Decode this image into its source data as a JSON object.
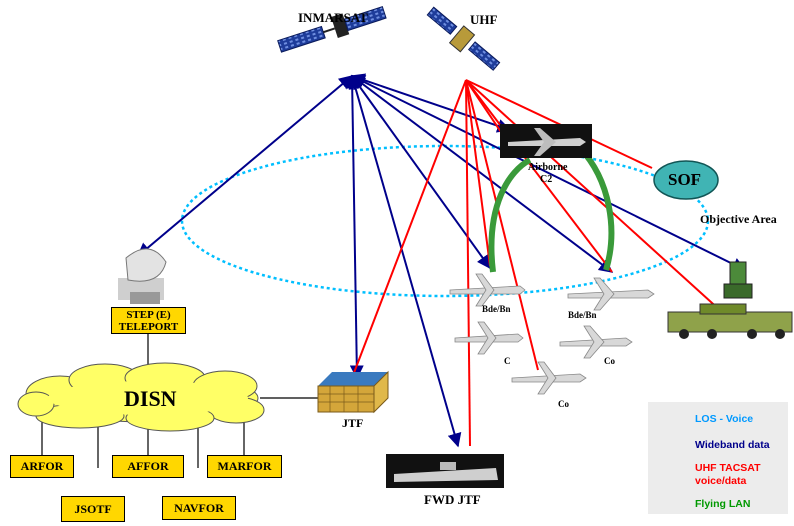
{
  "nodes": {
    "inmarsat": "INMARSAT",
    "uhf": "UHF",
    "airborne_c2": [
      "Airborne",
      "C2"
    ],
    "sof": "SOF",
    "objective_area": "Objective Area",
    "step_teleport": [
      "STEP (E)",
      "TELEPORT"
    ],
    "disn": "DISN",
    "jtf": "JTF",
    "fwd_jtf": "FWD JTF",
    "bde_bn_left": "Bde/Bn",
    "bde_bn_right": "Bde/Bn",
    "co_left": "C",
    "co_right": "Co",
    "co_bottom": "Co"
  },
  "components": [
    "ARFOR",
    "AFFOR",
    "MARFOR",
    "JSOTF",
    "NAVFOR"
  ],
  "legend": {
    "los_voice": "LOS - Voice",
    "wideband": "Wideband data",
    "uhf_tacsat": [
      "UHF TACSAT",
      "voice/data"
    ],
    "flying_lan": "Flying LAN"
  },
  "colors": {
    "wideband": "#00008b",
    "uhf_tacsat": "#ff0000",
    "los_voice": "#00bfff",
    "flying_lan": "#3a9a3a",
    "sof_fill": "#40b4b4",
    "disn_fill": "#ffff66",
    "box_fill": "#ffd700",
    "legend_los": "#0099ff",
    "legend_wideband": "#00008b",
    "legend_uhf": "#ff0000",
    "legend_lan": "#009900"
  },
  "icons": [
    "satellite-icon",
    "aircraft-icon",
    "dish-icon",
    "building-icon",
    "vehicle-icon",
    "ship-icon"
  ]
}
